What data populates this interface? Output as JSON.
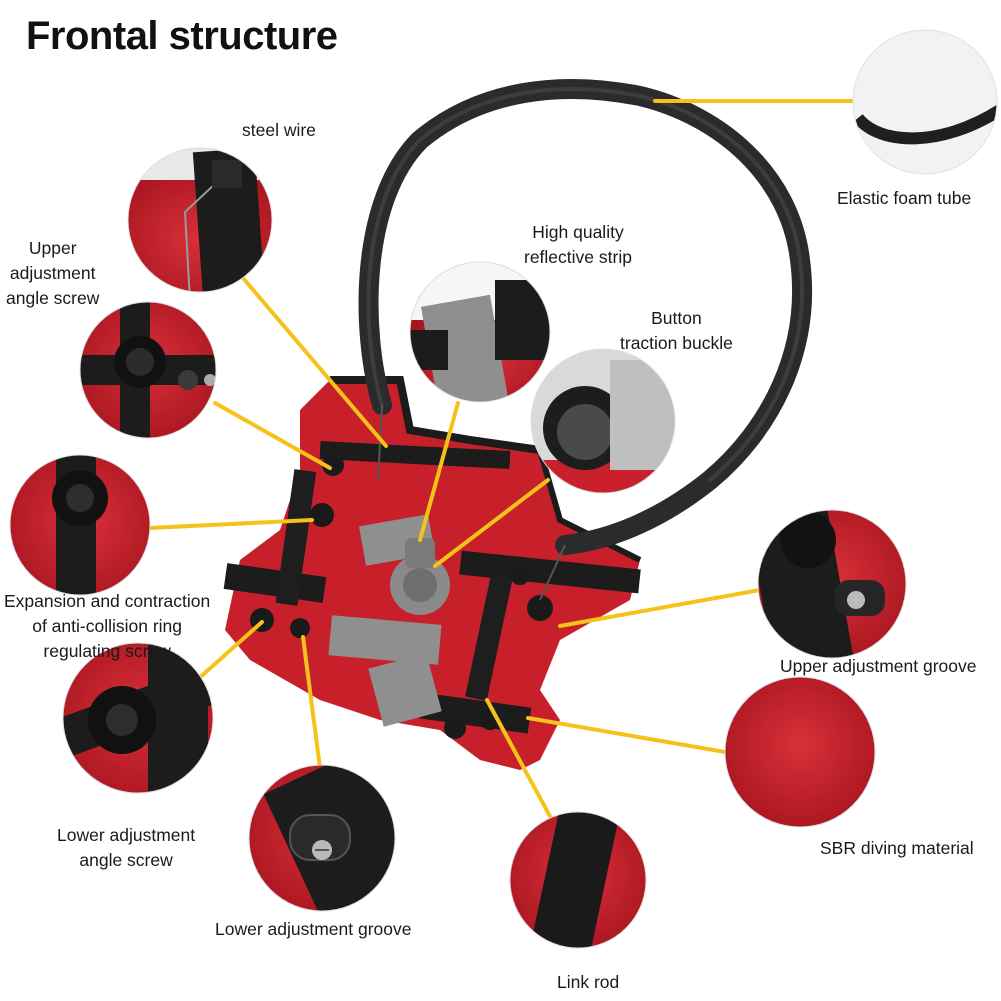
{
  "title": "Frontal structure",
  "colors": {
    "brace_red": "#c8202b",
    "strap_black": "#1c1c1c",
    "reflective_gray": "#8f8f8f",
    "leader_yellow": "#f5c21a",
    "tube_dark": "#2b2b2b"
  },
  "labels": {
    "steel_wire": "steel wire",
    "upper_angle_screw": [
      "Upper",
      "adjustment",
      "angle screw"
    ],
    "expansion_screw": [
      "Expansion and contraction",
      "of anti-collision ring",
      "regulating screw"
    ],
    "lower_angle_screw": [
      "Lower adjustment",
      "angle screw"
    ],
    "lower_groove": "Lower adjustment groove",
    "link_rod": "Link rod",
    "sbr_material": "SBR diving material",
    "upper_groove": "Upper adjustment groove",
    "elastic_foam_tube": "Elastic foam tube",
    "reflective_strip": [
      "High quality",
      "reflective strip"
    ],
    "button_buckle": [
      "Button",
      "traction buckle"
    ]
  },
  "icons": [
    "steel-wire-detail",
    "knob-screw-detail",
    "screw-groove-detail",
    "foam-tube-detail",
    "fabric-detail",
    "buckle-detail"
  ]
}
